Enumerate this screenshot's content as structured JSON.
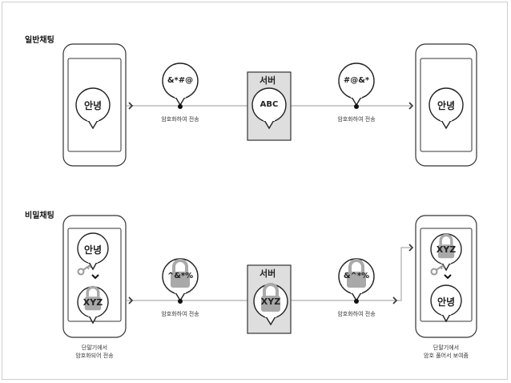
{
  "sections": {
    "normal": {
      "title": "일반채팅",
      "left_bubble": "안녕",
      "cipher1": "&*#@",
      "caption1": "암호화하여 전송",
      "server_label": "서버",
      "server_bubble": "ABC",
      "cipher2": "#@&*",
      "caption2": "암호화하여 전송",
      "right_bubble": "안녕"
    },
    "secret": {
      "title": "비밀채팅",
      "left_top_bubble": "안녕",
      "left_bottom_bubble": "XYZ",
      "cipher1": "^&*%",
      "caption1": "암호화하여 전송",
      "server_label": "서버",
      "server_bubble": "XYZ",
      "cipher2": "&^*%",
      "caption2": "암호화하여 전송",
      "right_top_bubble": "XYZ",
      "right_bottom_bubble": "안녕",
      "left_phone_caption_line1": "단말기에서",
      "left_phone_caption_line2": "암호화되어 전송",
      "right_phone_caption_line1": "단말기에서",
      "right_phone_caption_line2": "암호 풀어서 보여줌"
    }
  },
  "colors": {
    "line": "#bbbbbb",
    "server_fill": "#dedede",
    "lock": "#a9a9a9",
    "outline": "#333333"
  },
  "icons": [
    "key-icon",
    "chevron-down-icon",
    "lock-icon",
    "arrow-right-icon"
  ]
}
